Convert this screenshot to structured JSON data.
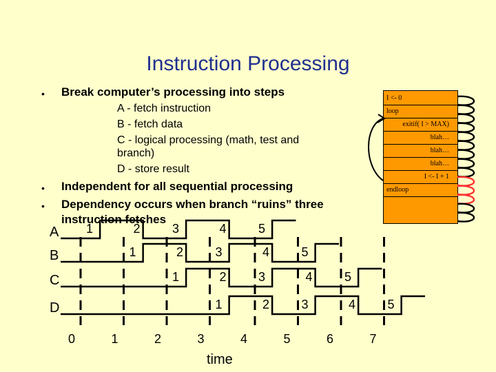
{
  "title": "Instruction Processing",
  "bullets": [
    {
      "text": "Break computer’s processing into steps"
    },
    {
      "text": "Independent for all sequential processing"
    },
    {
      "text": "Dependency occurs when branch “ruins” three instruction fetches"
    }
  ],
  "steps": [
    "A - fetch instruction",
    "B - fetch data",
    "C - logical processing (math, test and branch)",
    "D - store result"
  ],
  "code": [
    {
      "text": "I <- 0",
      "indent": 0
    },
    {
      "text": "loop",
      "indent": 0
    },
    {
      "text": "exitif( I > MAX)",
      "indent": 1
    },
    {
      "text": "blah…",
      "indent": 1
    },
    {
      "text": "blah…",
      "indent": 1
    },
    {
      "text": "blah…",
      "indent": 1
    },
    {
      "text": "I <- I + 1",
      "indent": 1
    },
    {
      "text": "endloop",
      "indent": 0
    }
  ],
  "colors": {
    "background": "#FFFFCC",
    "title": "#1F2F8F",
    "code_box": "#FF9900",
    "coil_normal": "#000000",
    "coil_red": "#FF3333"
  },
  "timing": {
    "rows": [
      "A",
      "B",
      "C",
      "D"
    ],
    "stage_numbers": {
      "A": [
        "1",
        "2",
        "3",
        "4",
        "5"
      ],
      "B": [
        "1",
        "2",
        "3",
        "4",
        "5"
      ],
      "C": [
        "1",
        "2",
        "3",
        "4",
        "5"
      ],
      "D": [
        "1",
        "2",
        "3",
        "4",
        "5"
      ]
    },
    "ticks": [
      "0",
      "1",
      "2",
      "3",
      "4",
      "5",
      "6",
      "7"
    ],
    "axis_label": "time"
  }
}
